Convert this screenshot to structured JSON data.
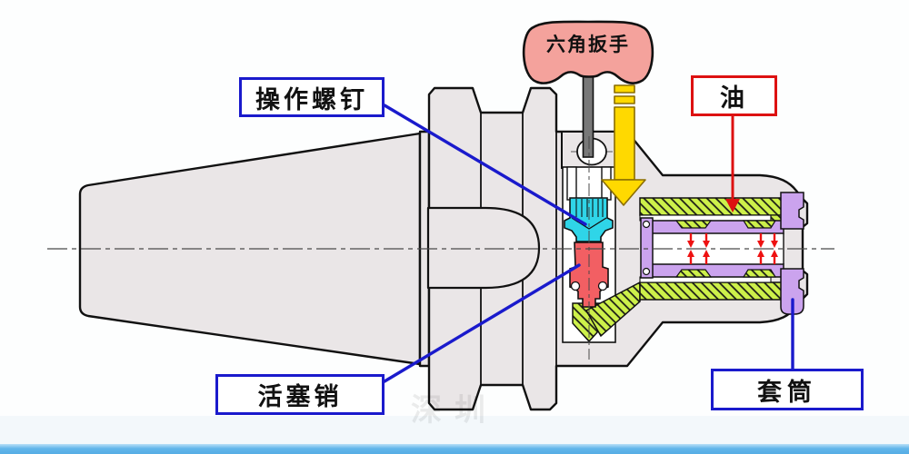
{
  "labels": {
    "hex_wrench": "六角扳手",
    "operation_screw": "操作螺钉",
    "oil": "油",
    "piston_pin": "活塞销",
    "sleeve": "套筒"
  },
  "watermark": "深圳",
  "colors": {
    "label_border_blue": "#1a1acc",
    "label_border_red": "#dd1111",
    "leader_blue": "#1a1acc",
    "leader_red": "#dd1111",
    "pressure_arrow_red": "#ee1111",
    "oil_channel_green": "#cdf04a",
    "sleeve_purple": "#cba3ee",
    "screw_cyan": "#2fd5e8",
    "piston_red": "#f25f63",
    "wrench_handle_pink": "#f4a29c",
    "wrench_shaft_gray": "#787878",
    "arrow_yellow": "#ffd900",
    "body_gray": "#eae6e7",
    "bottom_bar_blue": "#5db4ea"
  }
}
